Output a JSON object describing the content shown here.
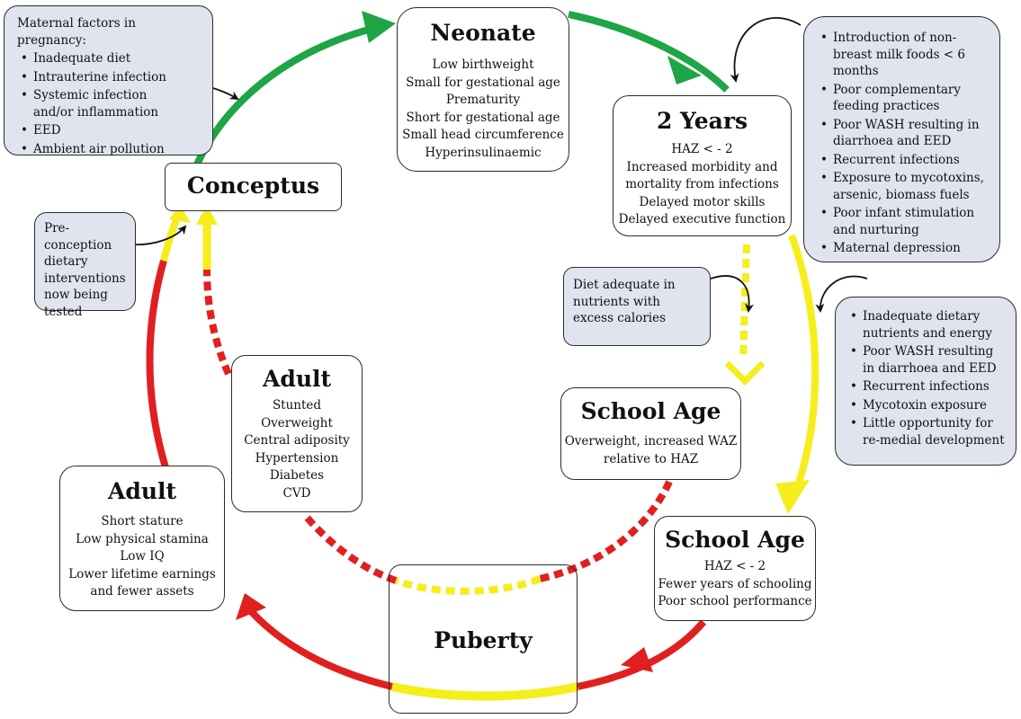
{
  "stages": {
    "neonate": {
      "title": "Neonate",
      "lines": [
        "Low birthweight",
        "Small for gestational age",
        "Prematurity",
        "Short for gestational age",
        "Small head circumference",
        "Hyperinsulinaemic"
      ]
    },
    "two_years": {
      "title": "2 Years",
      "lines": [
        "HAZ < - 2",
        "Increased morbidity and",
        "mortality from infections",
        "Delayed motor skills",
        "Delayed executive function"
      ]
    },
    "conceptus": {
      "title": "Conceptus"
    },
    "school_age_overweight": {
      "title": "School Age",
      "lines": [
        "Overweight, increased WAZ",
        "relative to HAZ"
      ]
    },
    "school_age_stunted": {
      "title": "School Age",
      "lines": [
        "HAZ < - 2",
        "Fewer years of schooling",
        "Poor school performance"
      ]
    },
    "puberty": {
      "title": "Puberty"
    },
    "adult_inner": {
      "title": "Adult",
      "lines": [
        "Stunted",
        "Overweight",
        "Central adiposity",
        "Hypertension",
        "Diabetes",
        "CVD"
      ]
    },
    "adult_outer": {
      "title": "Adult",
      "lines": [
        "Short stature",
        "Low physical stamina",
        "Low IQ",
        "Lower lifetime earnings",
        "and fewer assets"
      ]
    }
  },
  "factors": {
    "maternal": {
      "heading": "Maternal factors in pregnancy:",
      "items": [
        "Inadequate diet",
        "Intrauterine infection",
        "Systemic infection and/or inflammation",
        "EED",
        "Ambient air pollution"
      ]
    },
    "preconception": {
      "text": "Pre-conception dietary interventions now being tested"
    },
    "infant": {
      "items": [
        "Introduction of non-breast milk foods < 6 months",
        "Poor complementary feeding practices",
        "Poor WASH resulting in diarrhoea and EED",
        "Recurrent infections",
        "Exposure to mycotoxins, arsenic, biomass fuels",
        "Poor infant stimulation and nurturing",
        "Maternal depression"
      ]
    },
    "diet_excess": {
      "text": "Diet adequate in nutrients with excess calories"
    },
    "childhood": {
      "items": [
        "Inadequate dietary nutrients and energy",
        "Poor WASH resulting in diarrhoea and  EED",
        "Recurrent infections",
        "Mycotoxin exposure",
        "Little opportunity for re-medial development"
      ]
    }
  },
  "colors": {
    "green": "#1ea545",
    "yellow": "#f5ee1c",
    "red": "#e0201f",
    "box_border": "#2b2b2b",
    "factor_fill": "#dfe4ee"
  }
}
